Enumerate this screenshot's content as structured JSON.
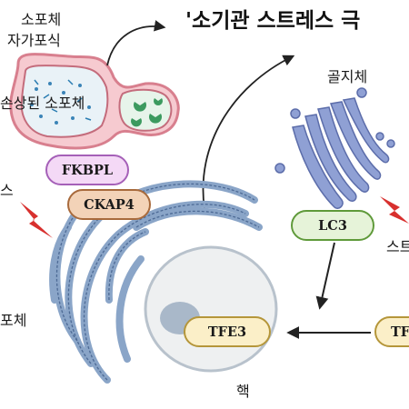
{
  "title": "'소기관 스트레스 극",
  "labels": {
    "lysosome_top": "소포체",
    "autophagy": "자가포식",
    "damaged_lysosome": "손상된 소포체",
    "stress_left": "스",
    "golgi": "골지체",
    "stress_right": "스트",
    "er_left": "포체",
    "nucleus": "핵"
  },
  "pills": {
    "fkbpl": "FKBPL",
    "ckap4": "CKAP4",
    "lc3": "LC3",
    "tfe3": "TFE3",
    "tfe3_right": "TF"
  },
  "colors": {
    "fkbpl": "#f4d9f6",
    "fkbpl_border": "#a560b8",
    "ckap4": "#f3d3b8",
    "ckap4_border": "#a86a3c",
    "lc3": "#e6f3d9",
    "lc3_border": "#5f9a3a",
    "tfe3": "#fbefc8",
    "tfe3_border": "#b5963a",
    "er_membrane": "#8aa5c8",
    "golgi": "#7f8fc4",
    "lightning": "#d8302e",
    "lysosome_outer": "#e08a98"
  }
}
